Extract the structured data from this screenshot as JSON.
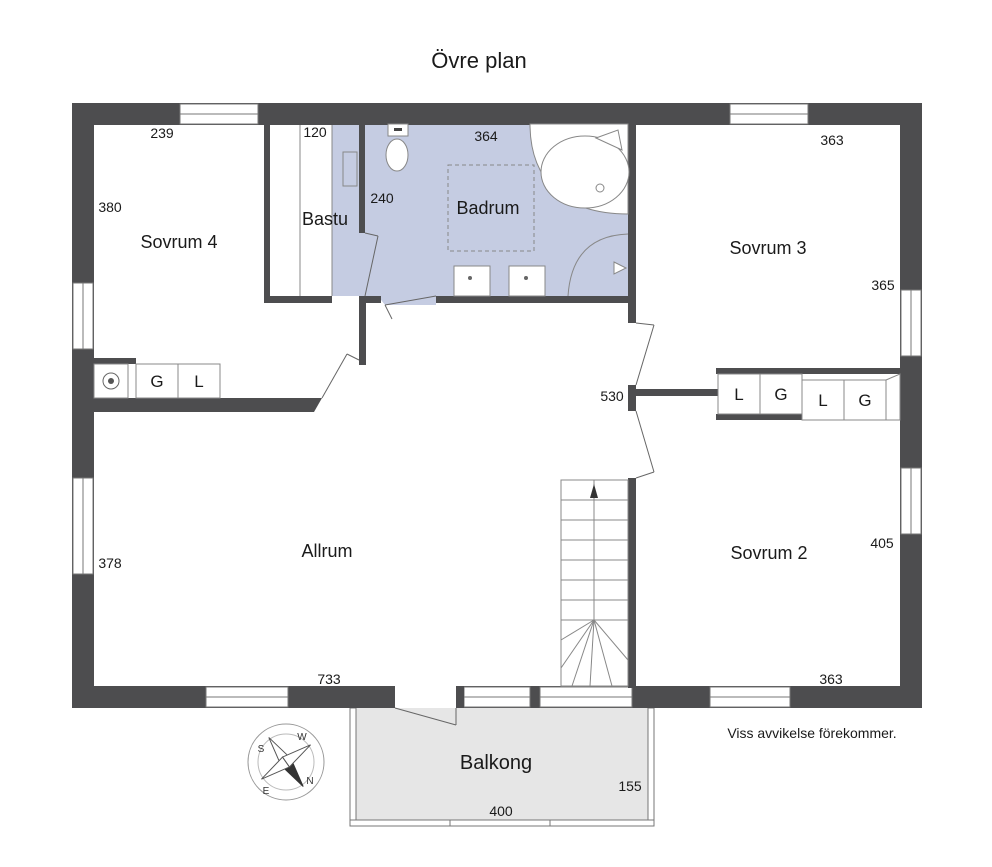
{
  "title": "Övre plan",
  "rooms": {
    "sovrum4": "Sovrum 4",
    "bastu": "Bastu",
    "badrum": "Badrum",
    "sovrum3": "Sovrum 3",
    "allrum": "Allrum",
    "sovrum2": "Sovrum 2",
    "balkong": "Balkong"
  },
  "dimensions": {
    "d239": "239",
    "d380": "380",
    "d120": "120",
    "d364": "364",
    "d240": "240",
    "d363_top": "363",
    "d365": "365",
    "d530": "530",
    "d378": "378",
    "d405": "405",
    "d733": "733",
    "d363_bottom": "363",
    "d155": "155",
    "d400": "400"
  },
  "storage": {
    "left": [
      "G",
      "L"
    ],
    "right": [
      "L",
      "G",
      "L",
      "G"
    ]
  },
  "compass": {
    "s": "S",
    "w": "W",
    "n": "N",
    "e": "E"
  },
  "note": "Viss avvikelse förekommer.",
  "colors": {
    "wall": "#4d4d4f",
    "bathroom": "#c5cce2",
    "balcony": "#e6e6e6"
  }
}
